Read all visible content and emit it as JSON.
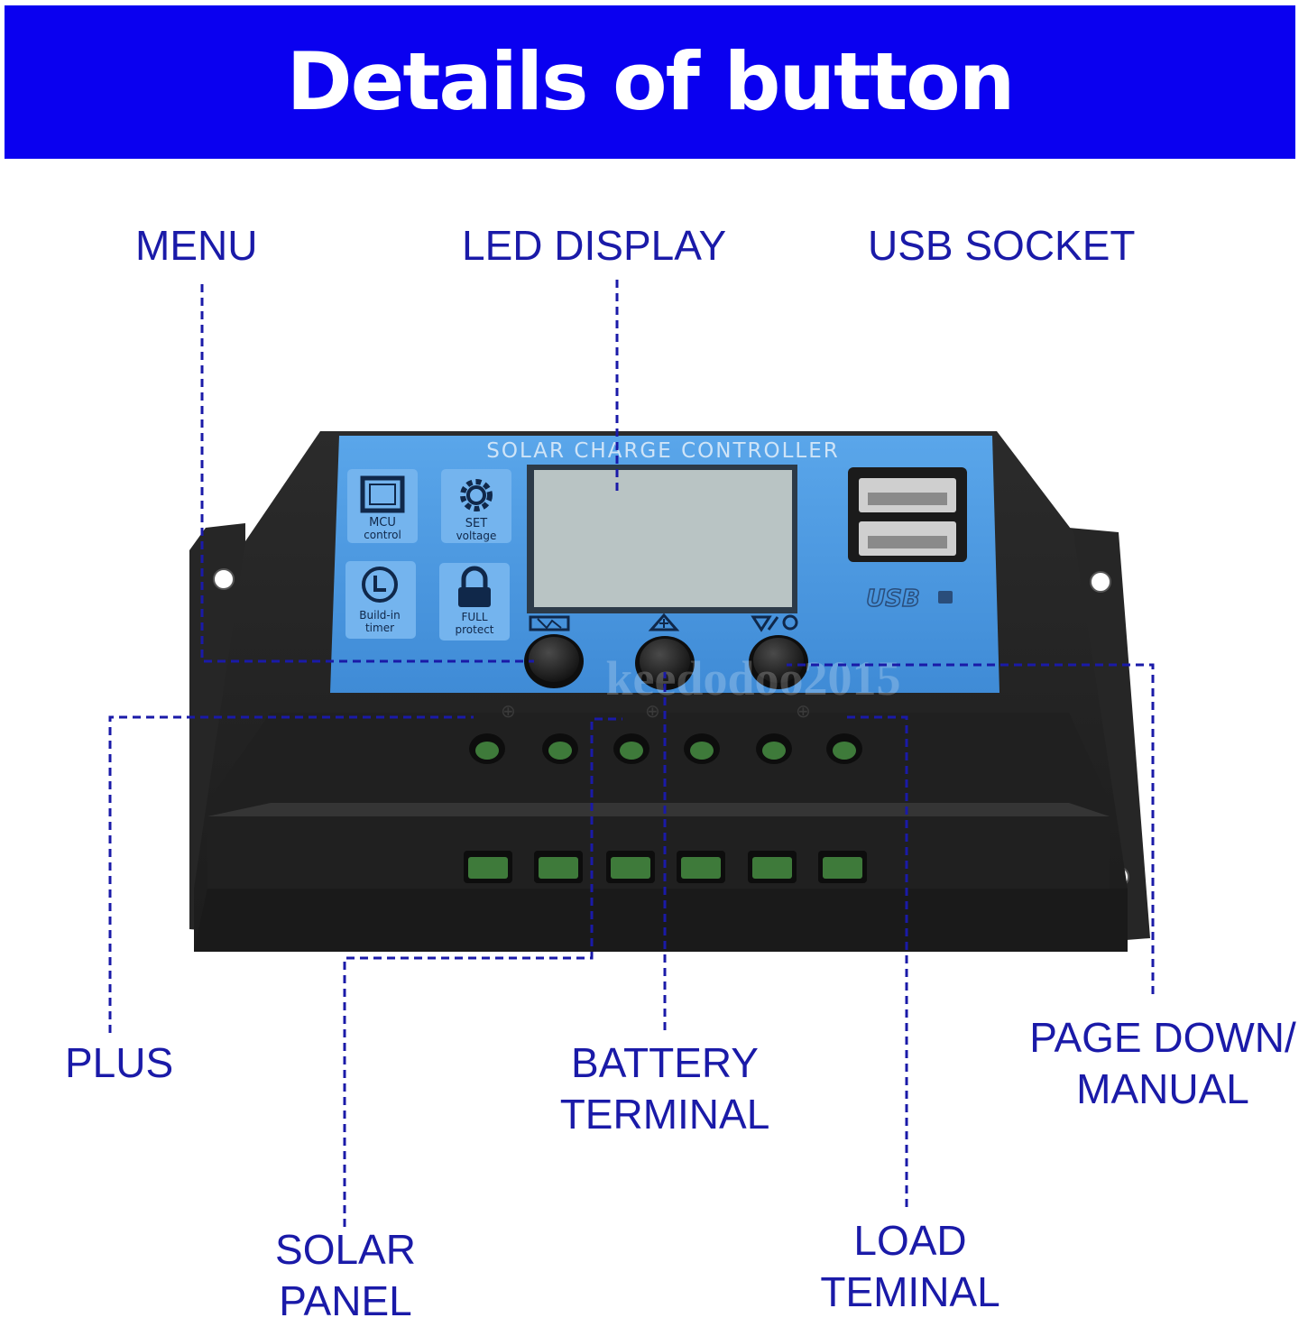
{
  "header": {
    "title": "Details of button"
  },
  "colors": {
    "header_bg": "#0a00f0",
    "label": "#1a1aa8",
    "panel": "#4a98e0",
    "housing": "#232323",
    "terminal": "#3e7a3a"
  },
  "callouts": {
    "menu": "MENU",
    "led_display": "LED DISPLAY",
    "usb_socket": "USB SOCKET",
    "plus": "PLUS",
    "battery": {
      "line1": "BATTERY",
      "line2": "TERMINAL"
    },
    "page_down": {
      "line1": "PAGE DOWN/",
      "line2": "MANUAL"
    },
    "solar": {
      "line1": "SOLAR",
      "line2": "PANEL"
    },
    "load": {
      "line1": "LOAD",
      "line2": "TEMINAL"
    }
  },
  "device": {
    "panel_title": "SOLAR CHARGE CONTROLLER",
    "icons": [
      {
        "icon": "stamp-icon",
        "line1": "MCU",
        "line2": "control"
      },
      {
        "icon": "gear-icon",
        "line1": "SET",
        "line2": "voltage"
      },
      {
        "icon": "clock-icon",
        "line1": "Build-in",
        "line2": "timer"
      },
      {
        "icon": "lock-icon",
        "line1": "FULL",
        "line2": "protect"
      }
    ],
    "usb_logo": "USB",
    "watermark": "keedodoo2015"
  }
}
